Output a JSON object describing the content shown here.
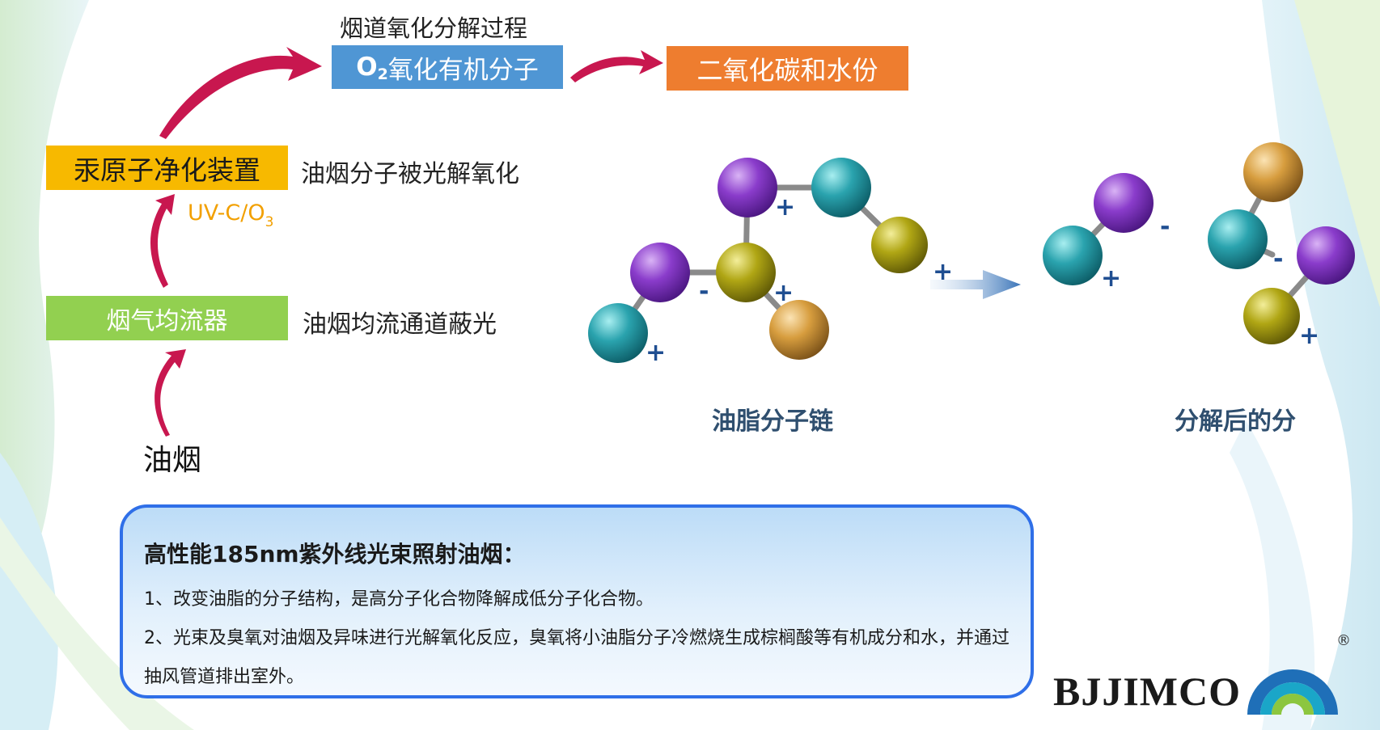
{
  "top_caption": "烟道氧化分解过程",
  "o2_box": {
    "o_sym": "O",
    "sub": "2",
    "text": "氧化有机分子",
    "color": "#4f96d4"
  },
  "co2_box": {
    "text": "二氧化碳和水份",
    "color": "#ee7d2f"
  },
  "mercury_box": {
    "text": "汞原子净化装置",
    "color": "#f7b900"
  },
  "mercury_desc": "油烟分子被光解氧化",
  "uvc_label": {
    "text": "UV-C/O",
    "sub": "3",
    "color": "#f2a000"
  },
  "flow_box": {
    "text": "烟气均流器",
    "color": "#92d050"
  },
  "flow_desc": "油烟均流通道蔽光",
  "smoke_label": "油烟",
  "molecule_left_label": "油脂分子链",
  "molecule_right_label": "分解后的分",
  "charges": {
    "plus": "+",
    "minus": "-"
  },
  "info": {
    "heading": "高性能185nm紫外线光束照射油烟：",
    "items": [
      "1、改变油脂的分子结构，是高分子化合物降解成低分子化合物。",
      "2、光束及臭氧对油烟及异味进行光解氧化反应，臭氧将小油脂分子冷燃烧生成棕榈酸等有机成分和水，并通过抽风管道排出室外。"
    ]
  },
  "logo": {
    "text": "BJJIMCO",
    "reg": "®"
  },
  "colors": {
    "arrow": "#c8174f",
    "charge": "#1f4e91",
    "purple": "#7b2fbf",
    "teal": "#1f9aa6",
    "olive": "#a39a10",
    "orange": "#d19a3a",
    "frame": "#2f6fe8"
  }
}
